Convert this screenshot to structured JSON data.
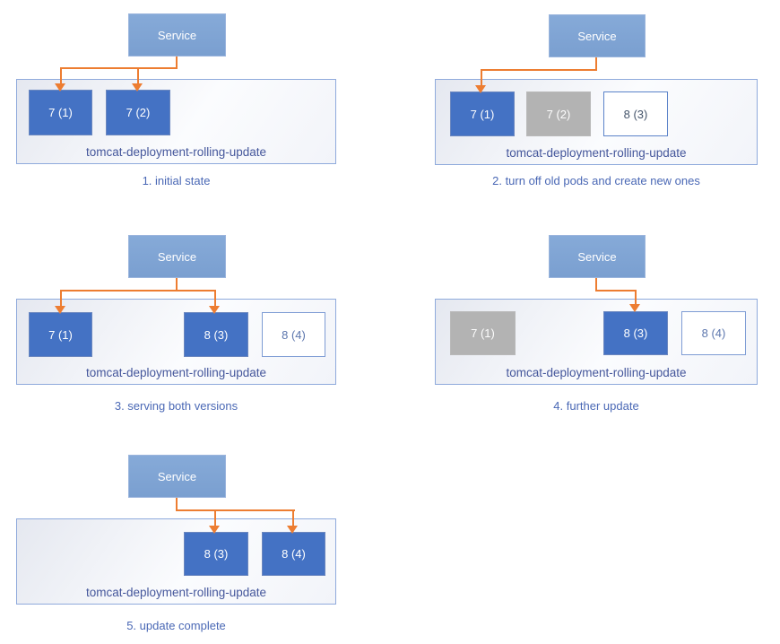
{
  "colors": {
    "service_fill": "#7da2d3",
    "service_border": "#9bb5dd",
    "pod_active_fill": "#4472c4",
    "pod_terminated_fill": "#b3b3b3",
    "pod_new_border": "#5b83c9",
    "pod_new_text": "#44546a",
    "deployment_box_border": "#8faadc",
    "deployment_label_text": "#44569b",
    "caption_text": "#4a68b5",
    "arrow": "#ed7d31",
    "pod_text_on_fill": "#ffffff"
  },
  "panels": [
    {
      "caption": "1. initial state",
      "service_label": "Service",
      "deployment_label": "tomcat-deployment-rolling-update",
      "pods": [
        {
          "label": "7 (1)",
          "state": "active"
        },
        {
          "label": "7 (2)",
          "state": "active"
        }
      ]
    },
    {
      "caption": "2. turn off old pods and create new ones",
      "service_label": "Service",
      "deployment_label": "tomcat-deployment-rolling-update",
      "pods": [
        {
          "label": "7 (1)",
          "state": "active"
        },
        {
          "label": "7 (2)",
          "state": "terminated"
        },
        {
          "label": "8 (3)",
          "state": "new"
        }
      ]
    },
    {
      "caption": "3. serving both versions",
      "service_label": "Service",
      "deployment_label": "tomcat-deployment-rolling-update",
      "pods": [
        {
          "label": "7 (1)",
          "state": "active"
        },
        {
          "label": "8 (3)",
          "state": "active"
        },
        {
          "label": "8 (4)",
          "state": "new"
        }
      ]
    },
    {
      "caption": "4. further update",
      "service_label": "Service",
      "deployment_label": "tomcat-deployment-rolling-update",
      "pods": [
        {
          "label": "7 (1)",
          "state": "terminated"
        },
        {
          "label": "8 (3)",
          "state": "active"
        },
        {
          "label": "8 (4)",
          "state": "new"
        }
      ]
    },
    {
      "caption": "5. update complete",
      "service_label": "Service",
      "deployment_label": "tomcat-deployment-rolling-update",
      "pods": [
        {
          "label": "8 (3)",
          "state": "active"
        },
        {
          "label": "8 (4)",
          "state": "active"
        }
      ]
    }
  ]
}
